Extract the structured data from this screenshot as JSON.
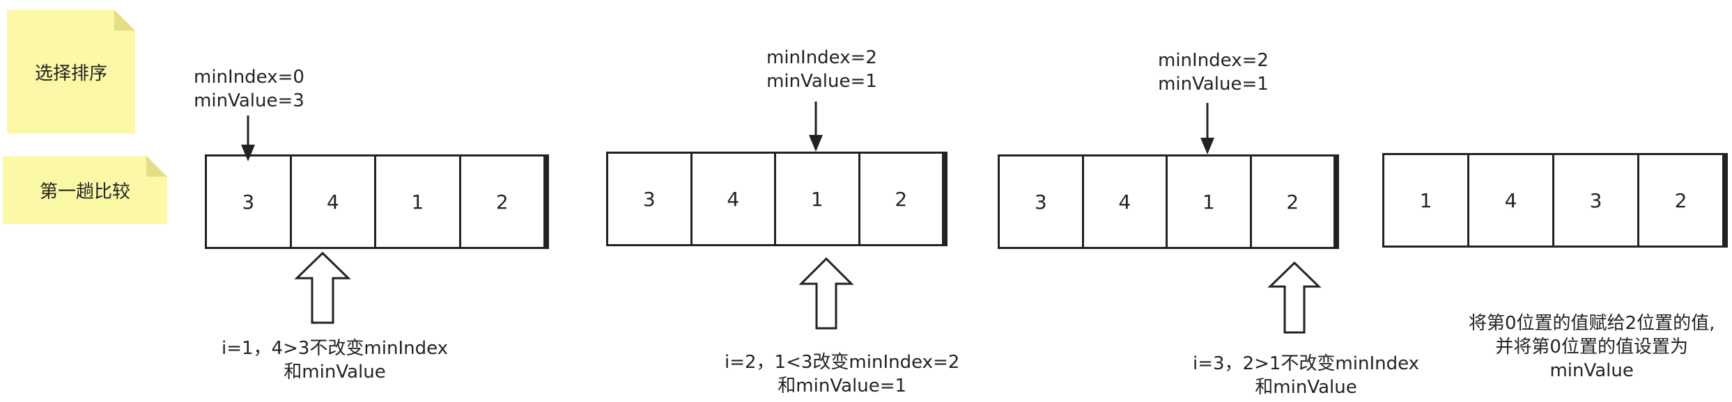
{
  "notes": {
    "title": "选择排序",
    "round": "第一趟比较"
  },
  "steps": [
    {
      "cells": [
        "3",
        "4",
        "1",
        "2"
      ],
      "pointer_line1": "minIndex=0",
      "pointer_line2": "minValue=3",
      "caption_line1": "i=1，4>3不改变minIndex",
      "caption_line2": "和minValue"
    },
    {
      "cells": [
        "3",
        "4",
        "1",
        "2"
      ],
      "pointer_line1": "minIndex=2",
      "pointer_line2": "minValue=1",
      "caption_line1": "i=2，1<3改变minIndex=2",
      "caption_line2": "和minValue=1"
    },
    {
      "cells": [
        "3",
        "4",
        "1",
        "2"
      ],
      "pointer_line1": "minIndex=2",
      "pointer_line2": "minValue=1",
      "caption_line1": "i=3，2>1不改变minIndex",
      "caption_line2": "和minValue"
    },
    {
      "cells": [
        "1",
        "4",
        "3",
        "2"
      ],
      "caption_line1": "将第0位置的值赋给2位置的值,",
      "caption_line2": "并将第0位置的值设置为",
      "caption_line3": "minValue"
    }
  ]
}
